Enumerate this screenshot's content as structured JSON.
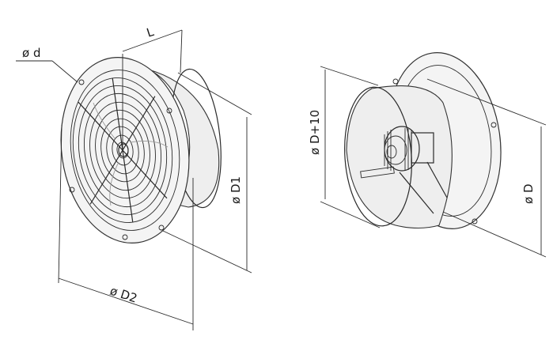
{
  "labels": {
    "d": "ø d",
    "L": "L",
    "D1": "ø D1",
    "D2": "ø D2",
    "D10": "ø D+10",
    "D": "ø D"
  }
}
